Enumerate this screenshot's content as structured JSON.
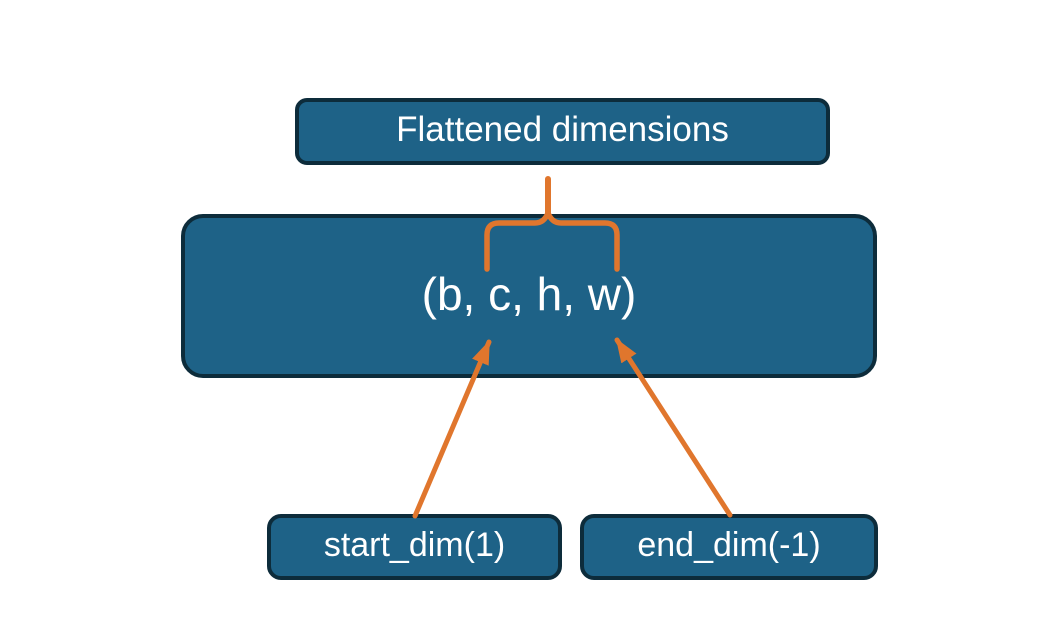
{
  "diagram": {
    "title_box": {
      "label": "Flattened dimensions"
    },
    "tensor_box": {
      "label": "(b, c, h, w)"
    },
    "start_box": {
      "label": "start_dim(1)"
    },
    "end_box": {
      "label": "end_dim(-1)"
    },
    "connectors": [
      {
        "type": "brace",
        "from": "dims c through w of (b, c, h, w)",
        "to": "Flattened dimensions"
      },
      {
        "type": "arrow",
        "from": "start_dim(1)",
        "to": "c"
      },
      {
        "type": "arrow",
        "from": "end_dim(-1)",
        "to": "w"
      }
    ]
  },
  "colors": {
    "node_fill": "#1E6287",
    "node_border": "#0D2C3B",
    "accent_orange": "#E0762D",
    "text": "#FFFFFF",
    "background": "#FFFFFF"
  }
}
